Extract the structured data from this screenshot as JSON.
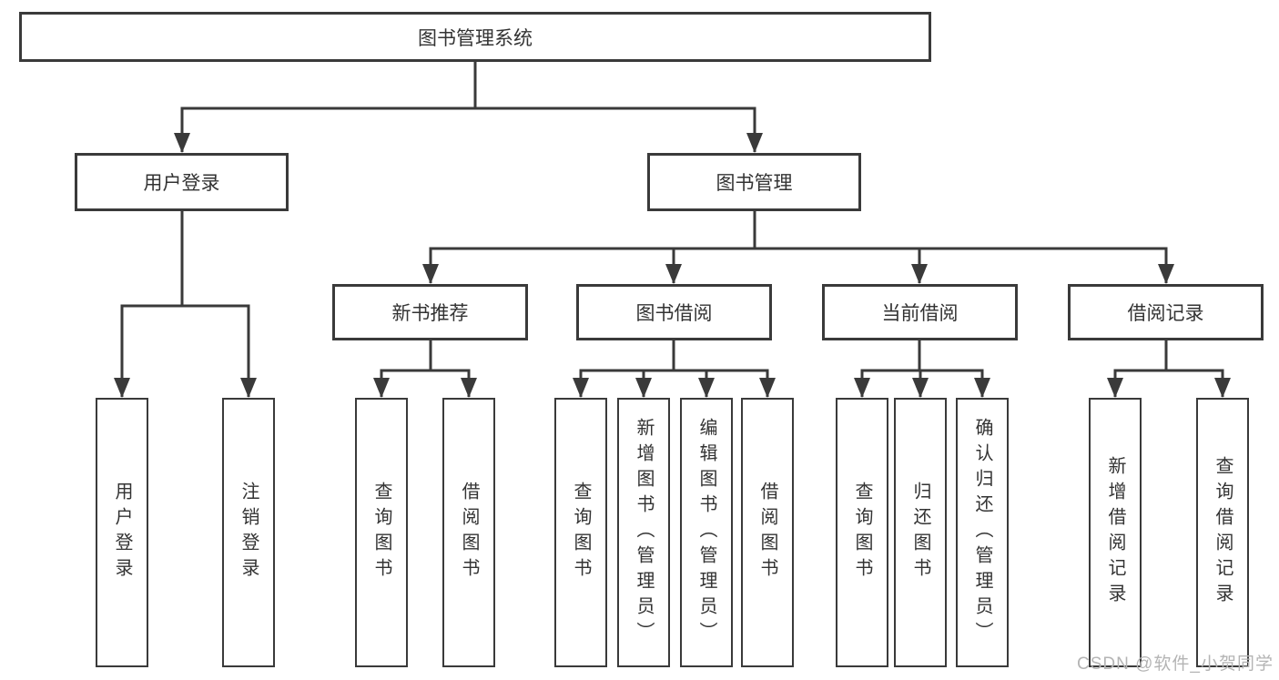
{
  "diagram": {
    "title": "图书管理系统",
    "root": {
      "label": "图书管理系统"
    },
    "branches": {
      "user_login": {
        "label": "用户登录",
        "children": [
          "用户登录",
          "注销登录"
        ]
      },
      "book_mgmt": {
        "label": "图书管理",
        "sections": [
          {
            "label": "新书推荐",
            "children": [
              "查询图书",
              "借阅图书"
            ]
          },
          {
            "label": "图书借阅",
            "children": [
              "查询图书",
              "新增图书（管理员）",
              "编辑图书（管理员）",
              "借阅图书"
            ]
          },
          {
            "label": "当前借阅",
            "children": [
              "查询图书",
              "归还图书",
              "确认归还（管理员）"
            ]
          },
          {
            "label": "借阅记录",
            "children": [
              "新增借阅记录",
              "查询借阅记录"
            ]
          }
        ]
      }
    }
  },
  "watermark": {
    "text": "CSDN @软件_小贺同学"
  },
  "colors": {
    "line": "#3a3a3a",
    "box_border": "#3a3a3a",
    "text": "#333333",
    "watermark": "#b4b4b4",
    "background": "#ffffff"
  }
}
